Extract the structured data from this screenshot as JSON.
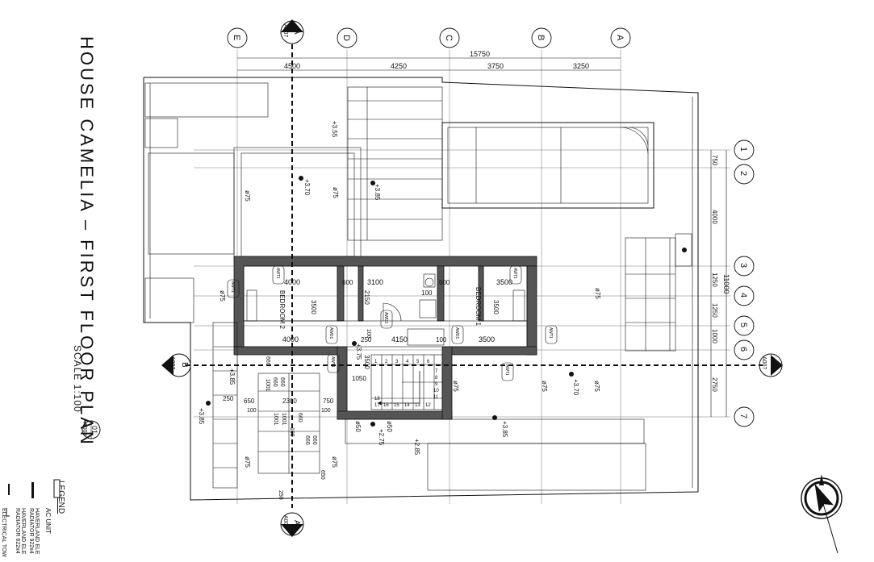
{
  "title": {
    "main": "HOUSE CAMELIA – FIRST FLOOR PLAN",
    "scale": "SCALE 1:100",
    "ref_num": "01",
    "ref_sheet": "A003"
  },
  "gridlines_top": [
    {
      "label": "E"
    },
    {
      "label": "D"
    },
    {
      "label": "C"
    },
    {
      "label": "B"
    },
    {
      "label": "A"
    }
  ],
  "gridlines_right": [
    {
      "label": "1"
    },
    {
      "label": "2"
    },
    {
      "label": "3"
    },
    {
      "label": "4"
    },
    {
      "label": "5"
    },
    {
      "label": "6"
    },
    {
      "label": "7"
    }
  ],
  "dims_top": {
    "total": "15750",
    "segments": [
      "4500",
      "4250",
      "3750",
      "3250"
    ]
  },
  "dims_right": {
    "total": "11000",
    "segments": [
      "750",
      "4000",
      "1250",
      "1250",
      "1000",
      "2750"
    ]
  },
  "section_markers": [
    {
      "letter": "A",
      "sheet": "A007"
    },
    {
      "letter": "A",
      "sheet": "A007"
    },
    {
      "letter": "B",
      "sheet": "A007"
    },
    {
      "letter": "B",
      "sheet": "A007"
    }
  ],
  "rooms": {
    "bedroom1": "BEDROOM 1",
    "bedroom2": "BEDROOM 2"
  },
  "room_dims": {
    "b2_w": "4000",
    "b2_h": "3500",
    "b2_bottom": "4000",
    "closet_w": "600",
    "corr_w": "3100",
    "bath_w": "600",
    "b1_w": "3500",
    "b1_h": "3500",
    "corr_len": "4150",
    "door_250": "250",
    "door_100": "100",
    "door_100b": "100",
    "corr_3500": "3500",
    "b1_bottom": "3500",
    "c_2150": "2150",
    "c_100": "100",
    "stair_3500": "3500",
    "stair_1050": "1050"
  },
  "pergola_dims": [
    "250",
    "650",
    "660",
    "660",
    "660",
    "2300",
    "750",
    "100",
    "100",
    "1001",
    "1001",
    "1001",
    "100",
    "660",
    "660",
    "660",
    "650",
    "250"
  ],
  "tags": {
    "awt": "AWT1",
    "awd": "AWD1"
  },
  "levels": [
    "+3.55",
    "+3.70",
    "+3.85",
    "+3.75",
    "+3.85",
    "+3.85",
    "+2.75",
    "+2.85",
    "+3.70",
    "+3.85"
  ],
  "drains": [
    "ø75",
    "ø75",
    "ø75",
    "ø75",
    "ø75",
    "ø75",
    "ø75",
    "ø75",
    "ø50",
    "ø50",
    "ø75"
  ],
  "stair_numbers": [
    "1",
    "2",
    "3",
    "4",
    "5",
    "6",
    "7",
    "8",
    "9",
    "10",
    "11",
    "12",
    "13",
    "14",
    "15",
    "16",
    "17",
    "18"
  ],
  "legend": {
    "title": "LEGEND",
    "items": [
      {
        "label": "AC UNIT"
      },
      {
        "label": "HAVERLAND ELE"
      },
      {
        "label": "RADIATOR 922x4"
      },
      {
        "label": "HAVERLAND ELE"
      },
      {
        "label": "RADIATOR 622x4"
      },
      {
        "label": "ELECTRICAL TOW"
      }
    ]
  },
  "icons": [
    "north-arrow-icon",
    "section-marker-icon",
    "gridline-bubble-icon",
    "stair-arrow-icon"
  ]
}
